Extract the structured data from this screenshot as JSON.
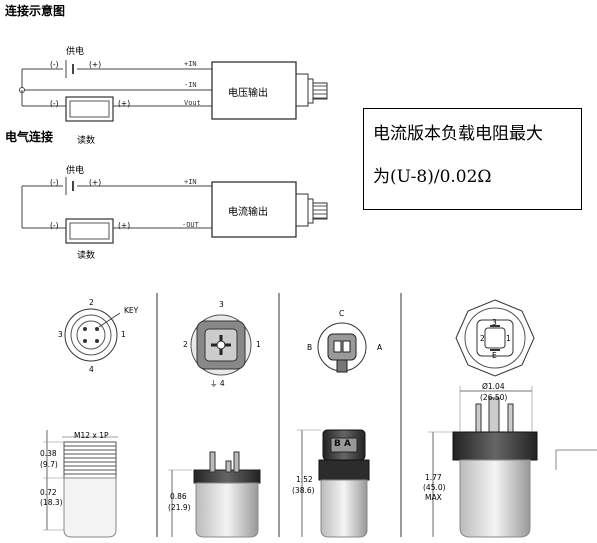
{
  "header": {
    "title": "连接示意图"
  },
  "side_label": "电气连接",
  "circuit_voltage": {
    "supply_label": "供电",
    "minus": "(-)",
    "plus": "(+)",
    "terminal_plus_in": "+IN",
    "terminal_minus_in": "-IN",
    "terminal_out": "Vout",
    "module_label": "电压输出",
    "meter_label": "读数",
    "meter_minus": "(-)",
    "meter_plus": "(+)"
  },
  "circuit_current": {
    "supply_label": "供电",
    "minus": "(-)",
    "plus": "(+)",
    "terminal_plus_in": "+IN",
    "terminal_out": "-OUT",
    "module_label": "电流输出",
    "meter_label": "读数",
    "meter_minus": "(-)",
    "meter_plus": "(+)"
  },
  "note": {
    "line1": "电流版本负载电阻最大",
    "line2": "为(U-8)/0.02Ω"
  },
  "connectors": {
    "m12": {
      "pins": [
        "1",
        "2",
        "3",
        "4"
      ],
      "key_label": "KEY",
      "thread_label": "M12 x 1P",
      "dim1_in": "0.38",
      "dim1_mm": "(9.7)",
      "dim2_in": "0.72",
      "dim2_mm": "(18.3)"
    },
    "din": {
      "pins": [
        "1",
        "2",
        "3"
      ],
      "ground_label": "⏚ 4",
      "dim_in": "0.86",
      "dim_mm": "(21.9)"
    },
    "packard": {
      "pins": [
        "A",
        "B",
        "C"
      ],
      "body_label": "B A",
      "dim_in": "1.52",
      "dim_mm": "(38.6)"
    },
    "mini_din": {
      "pins": [
        "1",
        "2",
        "3",
        "E"
      ],
      "width_in": "Ø1.04",
      "width_mm": "(26.50)",
      "height_in": "1.77",
      "height_mm": "(45.0)",
      "height_note": "MAX"
    }
  }
}
